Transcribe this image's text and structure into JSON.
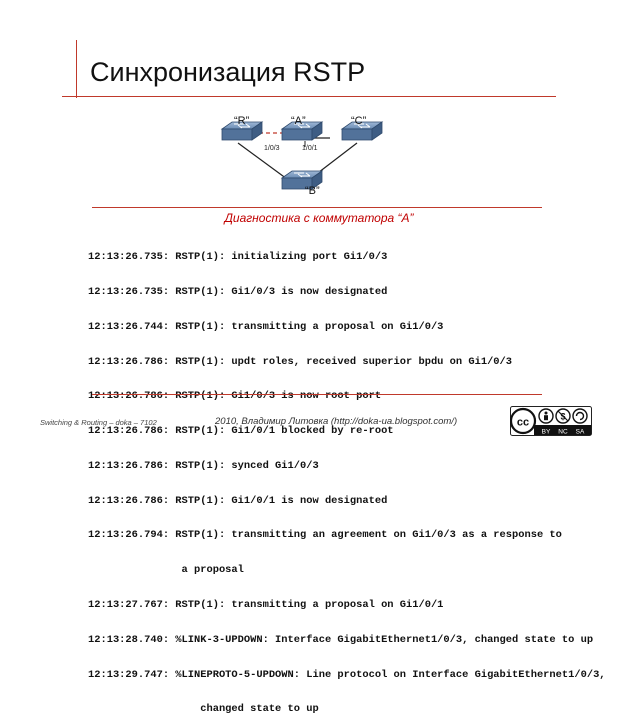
{
  "slide": {
    "title": "Синхронизация RSTP",
    "diagram": {
      "switches": [
        {
          "id": "R",
          "label": "“R”"
        },
        {
          "id": "A",
          "label": "“A”"
        },
        {
          "id": "C",
          "label": "“C”"
        },
        {
          "id": "B",
          "label": "“B”"
        }
      ],
      "ports": {
        "a_left": "1/0/3",
        "a_right": "1/0/1"
      }
    },
    "caption": "Диагностика с коммутатора “A”",
    "log": [
      "12:13:26.735: RSTP(1): initializing port Gi1/0/3",
      "12:13:26.735: RSTP(1): Gi1/0/3 is now designated",
      "12:13:26.744: RSTP(1): transmitting a proposal on Gi1/0/3",
      "12:13:26.786: RSTP(1): updt roles, received superior bpdu on Gi1/0/3",
      "12:13:26.786: RSTP(1): Gi1/0/3 is now root port",
      "12:13:26.786: RSTP(1): Gi1/0/1 blocked by re-root",
      "12:13:26.786: RSTP(1): synced Gi1/0/3",
      "12:13:26.786: RSTP(1): Gi1/0/1 is now designated",
      "12:13:26.794: RSTP(1): transmitting an agreement on Gi1/0/3 as a response to",
      "               a proposal",
      "12:13:27.767: RSTP(1): transmitting a proposal on Gi1/0/1",
      "12:13:28.740: %LINK-3-UPDOWN: Interface GigabitEthernet1/0/3, changed state to up",
      "12:13:29.747: %LINEPROTO-5-UPDOWN: Line protocol on Interface GigabitEthernet1/0/3,",
      "                  changed state to up"
    ],
    "footer_left": "Switching & Routing – doka – 7102",
    "footer_center": "2010, Владимир Литовка (http://doka-ua.blogspot.com/)",
    "license": {
      "cc": "cc",
      "by": "BY",
      "nc": "NC",
      "sa": "SA"
    },
    "colors": {
      "accent": "#c0392b",
      "caption": "#c00000",
      "switch": "#4a6d96"
    }
  }
}
